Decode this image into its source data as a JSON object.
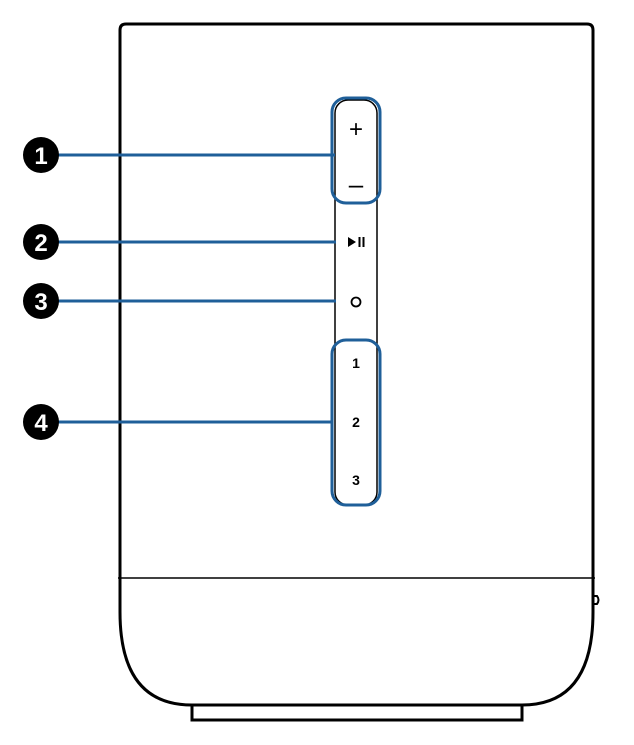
{
  "colors": {
    "outline": "#000000",
    "callout_line": "#1f5f99",
    "callout_badge": "#000000",
    "background": "#ffffff"
  },
  "callouts": [
    {
      "number": "1"
    },
    {
      "number": "2"
    },
    {
      "number": "3"
    },
    {
      "number": "4"
    }
  ],
  "buttons": {
    "volume_up": {
      "label": "+"
    },
    "volume_down": {
      "label": "–"
    },
    "play_pause": {
      "icon": "play-pause-icon"
    },
    "bluetooth": {
      "icon": "circle-icon"
    },
    "preset_1": {
      "label": "1"
    },
    "preset_2": {
      "label": "2"
    },
    "preset_3": {
      "label": "3"
    }
  }
}
